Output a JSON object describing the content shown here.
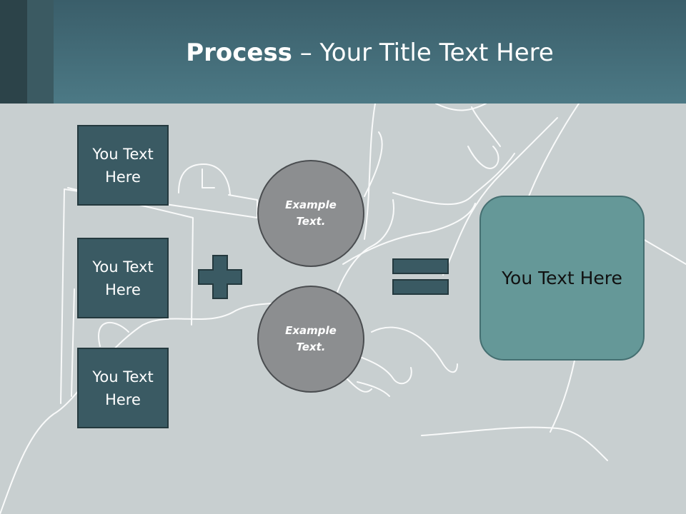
{
  "title": {
    "bold": "Process",
    "rest": " – Your Title Text Here"
  },
  "input_boxes": [
    {
      "label": "You Text Here"
    },
    {
      "label": "You Text Here"
    },
    {
      "label": "You Text Here"
    }
  ],
  "circles": [
    {
      "label": "Example Text."
    },
    {
      "label": "Example Text."
    }
  ],
  "result": {
    "label": "You Text Here"
  },
  "colors": {
    "header": "#4c7985",
    "background": "#c8cfd0",
    "box": "#3a5a63",
    "circle": "#8c8e90",
    "result": "#659898",
    "operators": "#3a5a63"
  },
  "icons": {
    "operator_1": "plus-icon",
    "operator_2": "equals-icon"
  }
}
